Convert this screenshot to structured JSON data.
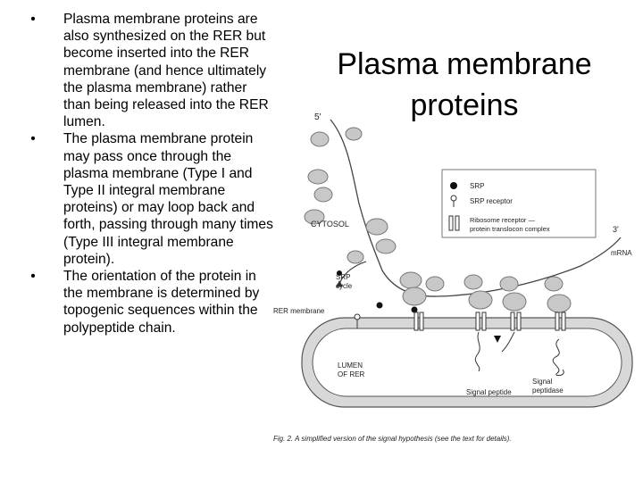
{
  "title": "Plasma membrane proteins",
  "bullets": [
    "Plasma membrane proteins are also synthesized on the RER but become inserted into the RER membrane (and hence ultimately the plasma membrane) rather than being released into the RER lumen.",
    "The plasma membrane protein may pass once through the plasma membrane (Type I and Type II integral membrane proteins) or may loop back and forth, passing through many times (Type III integral membrane protein).",
    "The orientation of the protein in the membrane is determined by topogenic sequences within the polypeptide chain."
  ],
  "figure": {
    "five_prime": "5'",
    "three_prime": "3'",
    "cytosol": "CYTOSOL",
    "mrna": "mRNA",
    "srp_cycle": [
      "SRP",
      "cycle"
    ],
    "rer_membrane": "RER membrane",
    "lumen": [
      "LUMEN",
      "OF RER"
    ],
    "signal_peptide": "Signal peptide",
    "signal_peptidase": [
      "Signal",
      "peptidase"
    ],
    "legend": {
      "srp": "SRP",
      "srp_receptor": "SRP receptor",
      "ribosome_receptor": [
        "Ribosome receptor —",
        "protein translocon complex"
      ]
    },
    "caption": "Fig. 2.   A simplified version of the signal hypothesis (see the text for details)."
  }
}
